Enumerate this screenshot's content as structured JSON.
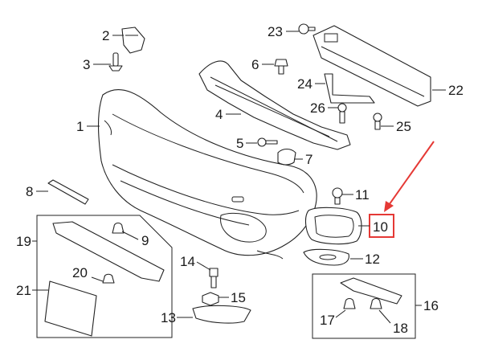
{
  "diagram": {
    "accent_color": "#e53935",
    "callouts": [
      {
        "id": "1",
        "label": "1"
      },
      {
        "id": "2",
        "label": "2"
      },
      {
        "id": "3",
        "label": "3"
      },
      {
        "id": "4",
        "label": "4"
      },
      {
        "id": "5",
        "label": "5"
      },
      {
        "id": "6",
        "label": "6"
      },
      {
        "id": "7",
        "label": "7"
      },
      {
        "id": "8",
        "label": "8"
      },
      {
        "id": "9",
        "label": "9"
      },
      {
        "id": "10",
        "label": "10",
        "highlighted": true
      },
      {
        "id": "11",
        "label": "11"
      },
      {
        "id": "12",
        "label": "12"
      },
      {
        "id": "13",
        "label": "13"
      },
      {
        "id": "14",
        "label": "14"
      },
      {
        "id": "15",
        "label": "15"
      },
      {
        "id": "16",
        "label": "16"
      },
      {
        "id": "17",
        "label": "17"
      },
      {
        "id": "18",
        "label": "18"
      },
      {
        "id": "19",
        "label": "19"
      },
      {
        "id": "20",
        "label": "20"
      },
      {
        "id": "21",
        "label": "21"
      },
      {
        "id": "22",
        "label": "22"
      },
      {
        "id": "23",
        "label": "23"
      },
      {
        "id": "24",
        "label": "24"
      },
      {
        "id": "25",
        "label": "25"
      },
      {
        "id": "26",
        "label": "26"
      }
    ]
  }
}
